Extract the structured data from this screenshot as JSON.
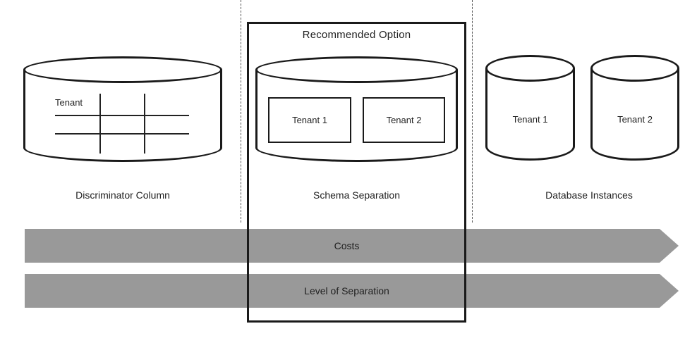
{
  "diagram": {
    "recommended_label": "Recommended Option",
    "options": [
      {
        "label": "Discriminator Column",
        "tenant_label": "Tenant"
      },
      {
        "label": "Schema Separation",
        "tenants": [
          "Tenant 1",
          "Tenant 2"
        ]
      },
      {
        "label": "Database Instances",
        "tenants": [
          "Tenant 1",
          "Tenant 2"
        ]
      }
    ],
    "arrows": [
      {
        "label": "Costs"
      },
      {
        "label": "Level of Separation"
      }
    ],
    "colors": {
      "stroke": "#1a1a1a",
      "arrow_gray": "#999999",
      "background": "#ffffff"
    }
  }
}
